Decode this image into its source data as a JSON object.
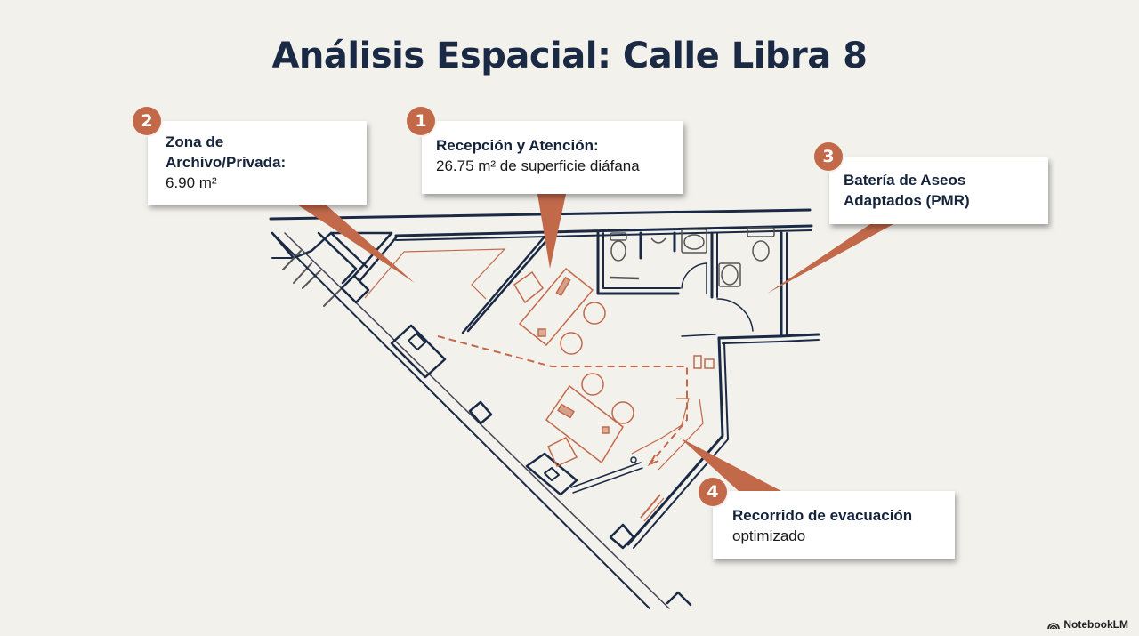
{
  "title": "Análisis Espacial: Calle Libra 8",
  "colors": {
    "background": "#f3f1ec",
    "wall": "#1b2a44",
    "accent": "#c2694a",
    "furniture": "#c2694a",
    "title": "#1b2a44"
  },
  "callouts": [
    {
      "number": "1",
      "bold_line": "Recepción y Atención:",
      "detail_line": "26.75 m² de superficie diáfana"
    },
    {
      "number": "2",
      "bold_line_1": "Zona de",
      "bold_line_2": "Archivo/Privada:",
      "detail_line": "6.90 m²"
    },
    {
      "number": "3",
      "bold_line_1": "Batería de Aseos",
      "bold_line_2": "Adaptados (PMR)"
    },
    {
      "number": "4",
      "bold_line": "Recorrido de evacuación",
      "detail_line": "optimizado"
    }
  ],
  "brand": {
    "icon": "notebooklm-logo-icon",
    "label": "NotebookLM"
  }
}
